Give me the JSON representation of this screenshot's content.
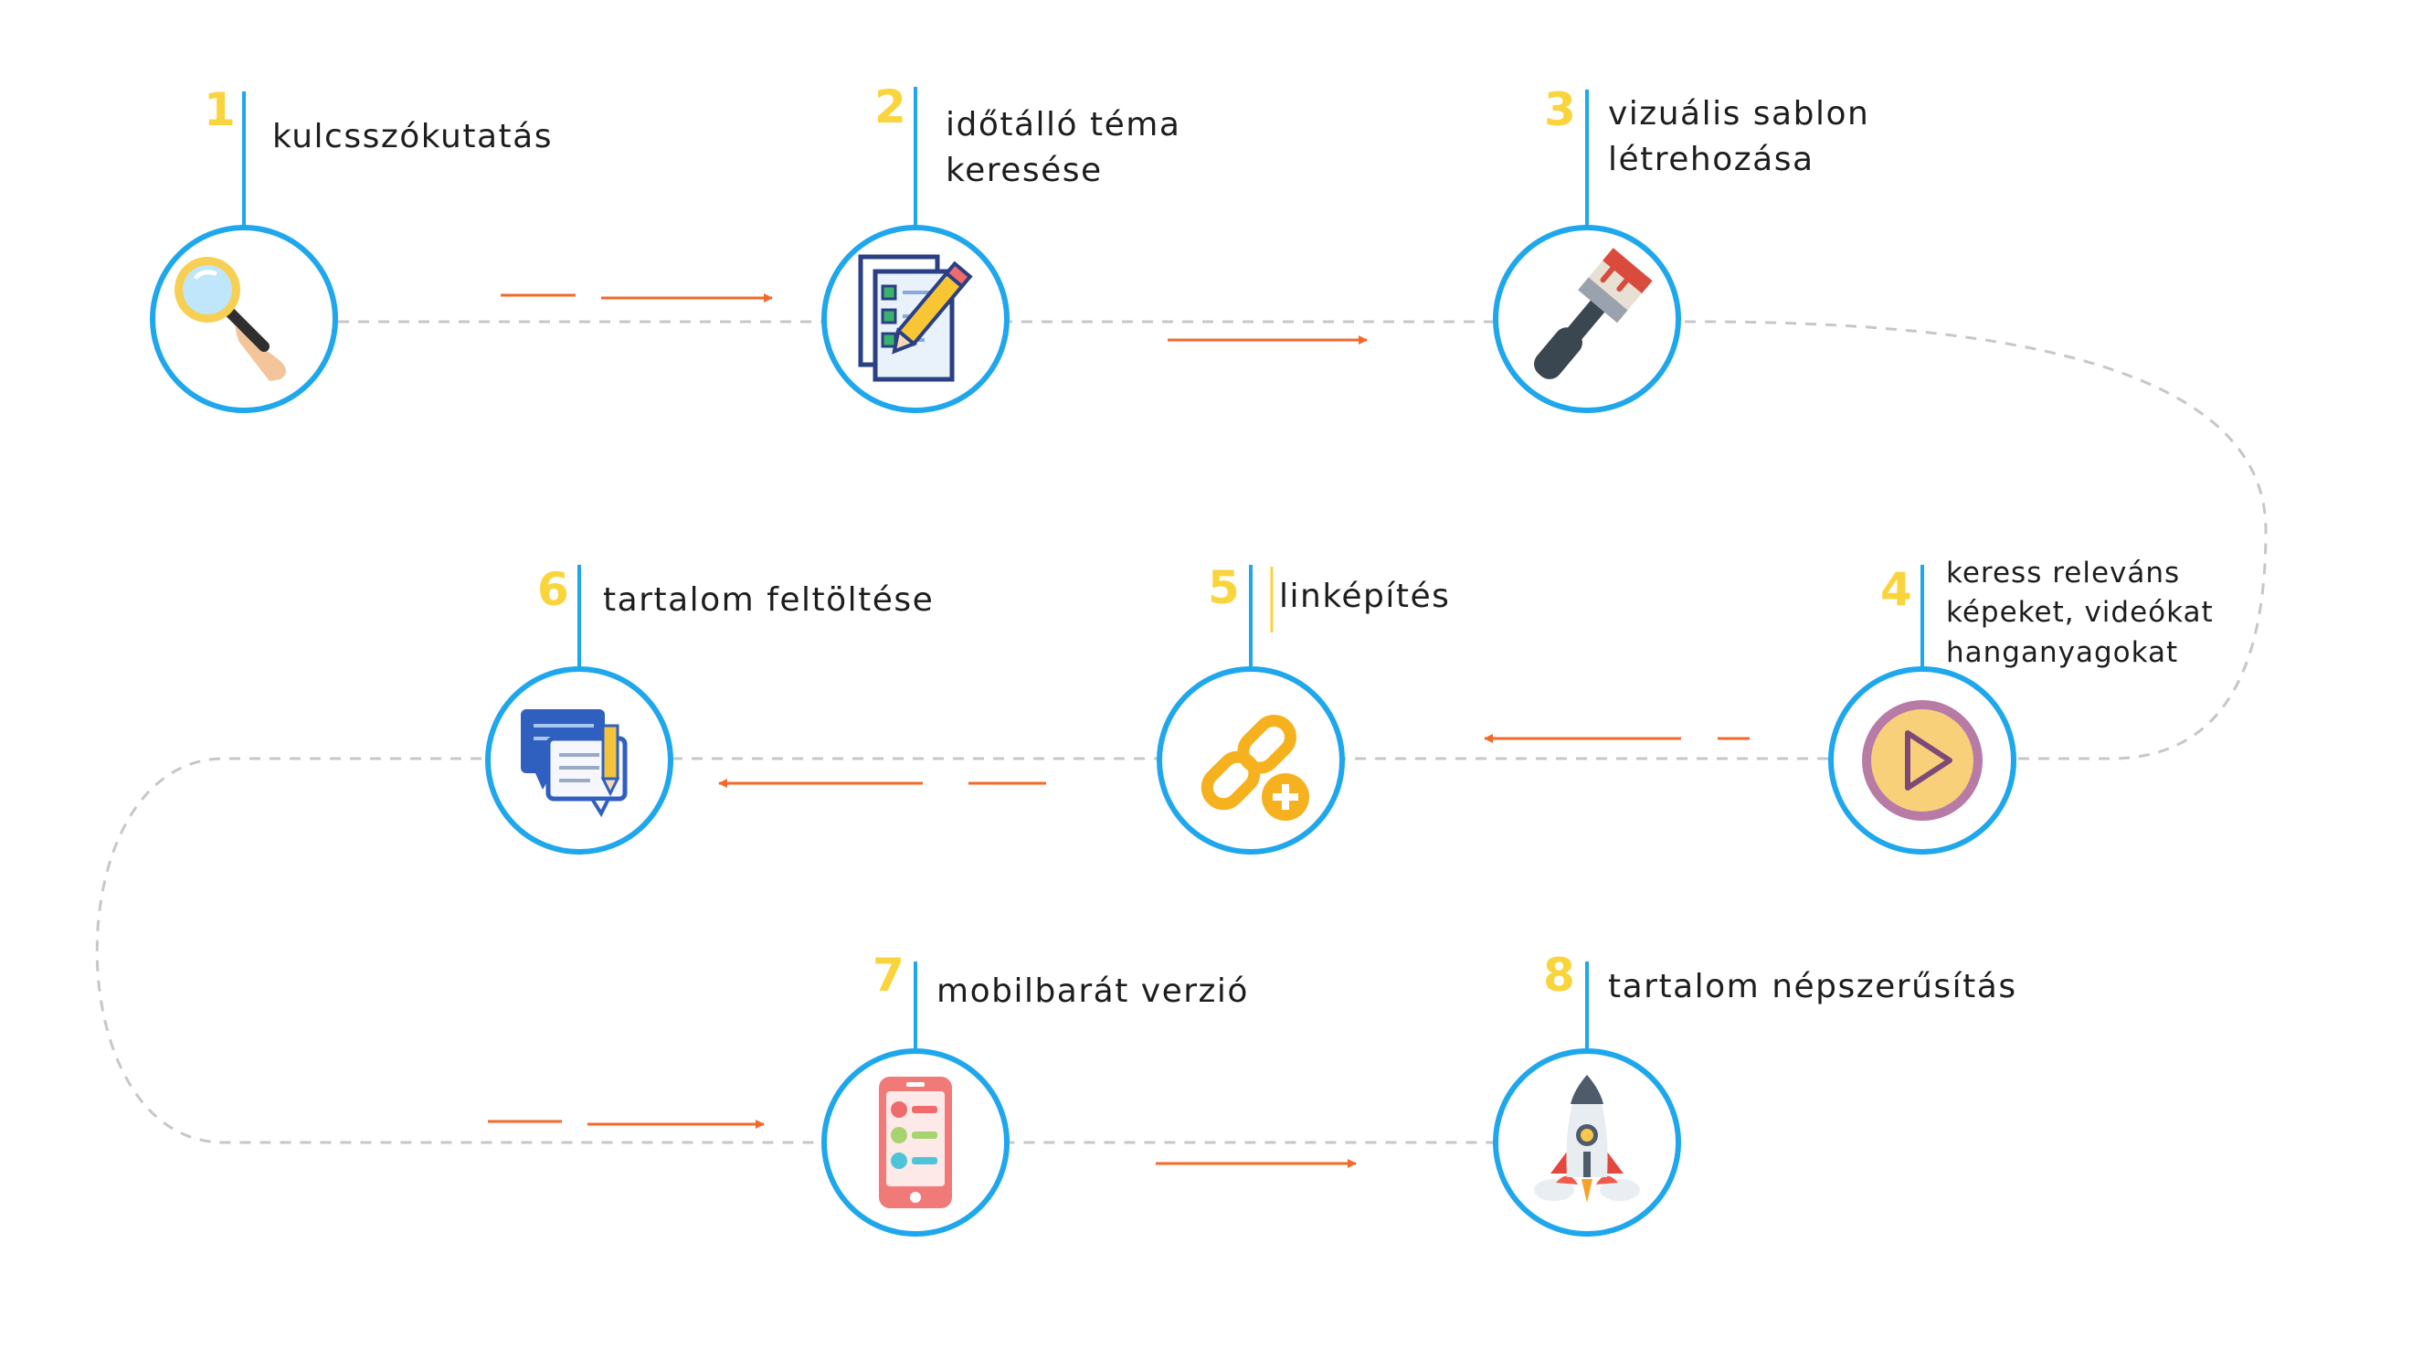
{
  "colors": {
    "ring": "#1ea7ec",
    "number": "#f9d43c",
    "arrow": "#f2692a",
    "path": "#c7c7c7",
    "text": "#1d1d1f"
  },
  "steps": [
    {
      "number": "1",
      "label": "kulcsszókutatás",
      "icon": "magnifier-hand-icon"
    },
    {
      "number": "2",
      "label": "időtálló téma\nkeresése",
      "icon": "checklist-pencil-icon"
    },
    {
      "number": "3",
      "label": "vizuális sablon\nlétrehozása",
      "icon": "paint-brush-icon"
    },
    {
      "number": "4",
      "label": "keress releváns\nképeket, videókat\nhanganyagokat",
      "icon": "play-button-icon"
    },
    {
      "number": "5",
      "label": "linképítés",
      "icon": "link-add-icon"
    },
    {
      "number": "6",
      "label": "tartalom feltöltése",
      "icon": "chat-document-pencil-icon"
    },
    {
      "number": "7",
      "label": "mobilbarát verzió",
      "icon": "smartphone-icon"
    },
    {
      "number": "8",
      "label": "tartalom népszerűsítás",
      "icon": "rocket-icon"
    }
  ]
}
